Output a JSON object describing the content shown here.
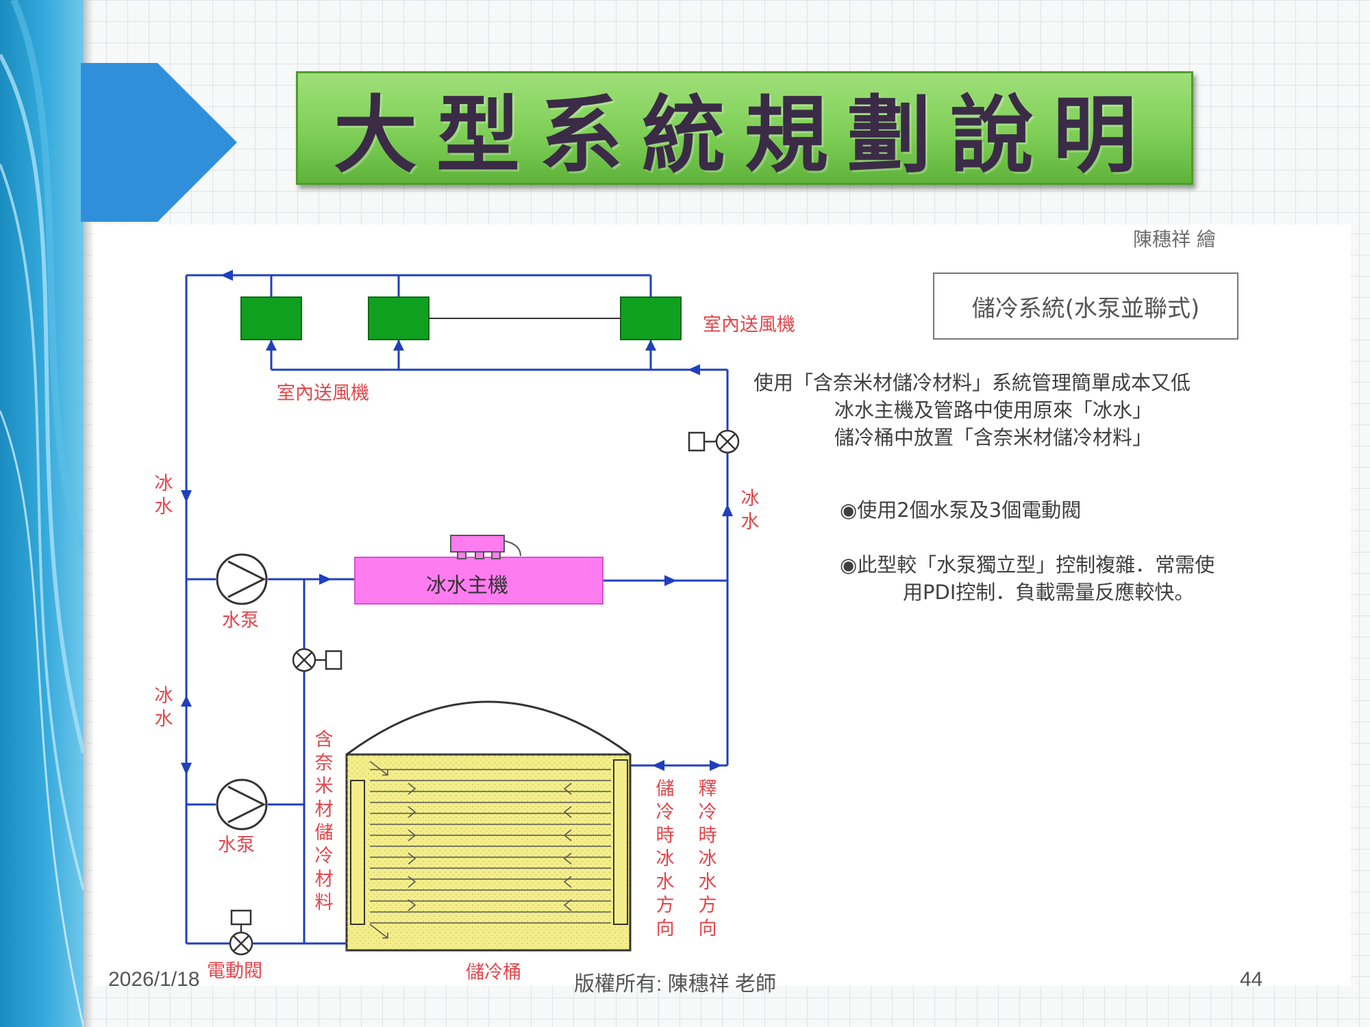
{
  "slide": {
    "title": "大型系統規劃說明",
    "author": "陳穗祥 繪",
    "system_box": "儲冷系統(水泵並聯式)",
    "description": [
      "使用「含奈米材儲冷材料」系統管理簡單成本又低",
      "冰水主機及管路中使用原來「冰水」",
      "儲冷桶中放置「含奈米材儲冷材料」"
    ],
    "bullets": [
      "◉使用2個水泵及3個電動閥",
      "◉此型較「水泵獨立型」控制複雜．常需使",
      "用PDI控制．負載需量反應較快。"
    ],
    "footer": {
      "date": "2026/1/18",
      "copyright": "版權所有: 陳穗祥 老師",
      "page": "44"
    }
  },
  "diagram": {
    "fan_label_right": "室內送風機",
    "fan_label_bottom": "室內送風機",
    "chiller_label": "冰水主機",
    "pump_label_1": "水泵",
    "pump_label_2": "水泵",
    "valve_label": "電動閥",
    "tank_label": "儲冷桶",
    "ice_water_left_top": "冰水",
    "ice_water_left_bottom": "冰水",
    "ice_water_right": "冰水",
    "material_label": "含奈米材儲冷材料",
    "storage_direction": "儲冷時冰水方向",
    "release_direction": "釋冷時冰水方向",
    "colors": {
      "pipe": "#1f3fbf",
      "fan": "#10a020",
      "chiller": "#ff7cf0",
      "tank": "#f4ee8a",
      "label": "#e2464b",
      "title_green": "#7fcf57"
    }
  }
}
